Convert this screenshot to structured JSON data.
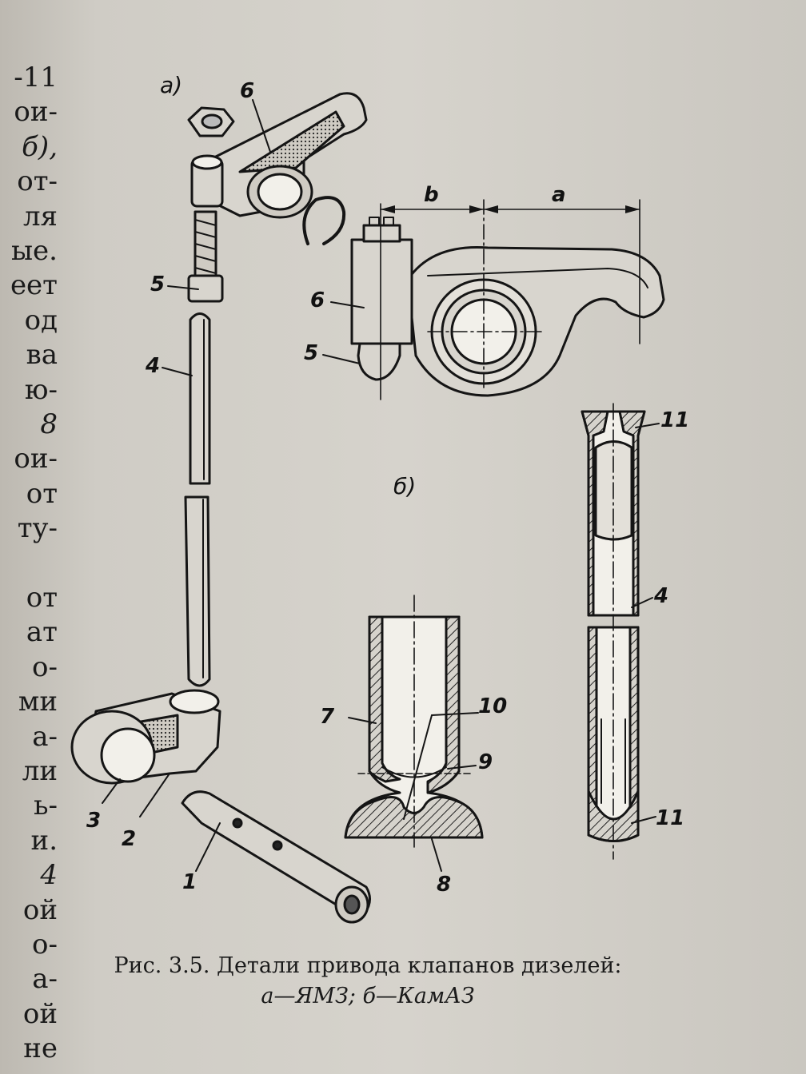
{
  "margin_lines": [
    {
      "text": "-11",
      "italic": false
    },
    {
      "text": "ои-",
      "italic": false
    },
    {
      "text": "б),",
      "italic": true
    },
    {
      "text": "от-",
      "italic": false
    },
    {
      "text": "ля",
      "italic": false
    },
    {
      "text": "ые.",
      "italic": false
    },
    {
      "text": "еет",
      "italic": false
    },
    {
      "text": "од",
      "italic": false
    },
    {
      "text": "ва",
      "italic": false
    },
    {
      "text": "ю-",
      "italic": false
    },
    {
      "text": "8",
      "italic": true
    },
    {
      "text": "ои-",
      "italic": false
    },
    {
      "text": "от",
      "italic": false
    },
    {
      "text": "ту-",
      "italic": false
    },
    {
      "text": "",
      "italic": false
    },
    {
      "text": "от",
      "italic": false
    },
    {
      "text": "ат",
      "italic": false
    },
    {
      "text": "о-",
      "italic": false
    },
    {
      "text": "ми",
      "italic": false
    },
    {
      "text": "а-",
      "italic": false
    },
    {
      "text": "ли",
      "italic": false
    },
    {
      "text": "ь-",
      "italic": false
    },
    {
      "text": "и.",
      "italic": false
    },
    {
      "text": "4",
      "italic": true
    },
    {
      "text": "ой",
      "italic": false
    },
    {
      "text": "о-",
      "italic": false
    },
    {
      "text": "а-",
      "italic": false
    },
    {
      "text": "ой",
      "italic": false
    },
    {
      "text": "не",
      "italic": false
    }
  ],
  "figure": {
    "part_a_label": "а)",
    "part_b_label": "б)",
    "dim_b": "b",
    "dim_a": "a",
    "labels": {
      "n6_top": "6",
      "n5_left": "5",
      "n4_left": "4",
      "n3": "3",
      "n2": "2",
      "n1": "1",
      "n6_rocker": "6",
      "n5_rocker": "5",
      "n7": "7",
      "n10": "10",
      "n9": "9",
      "n8": "8",
      "n11_top": "11",
      "n4_right": "4",
      "n11_bottom": "11"
    }
  },
  "caption": {
    "line1": "Рис. 3.5. Детали привода клапанов дизелей:",
    "line2": "а—ЯМЗ; б—КамАЗ"
  }
}
